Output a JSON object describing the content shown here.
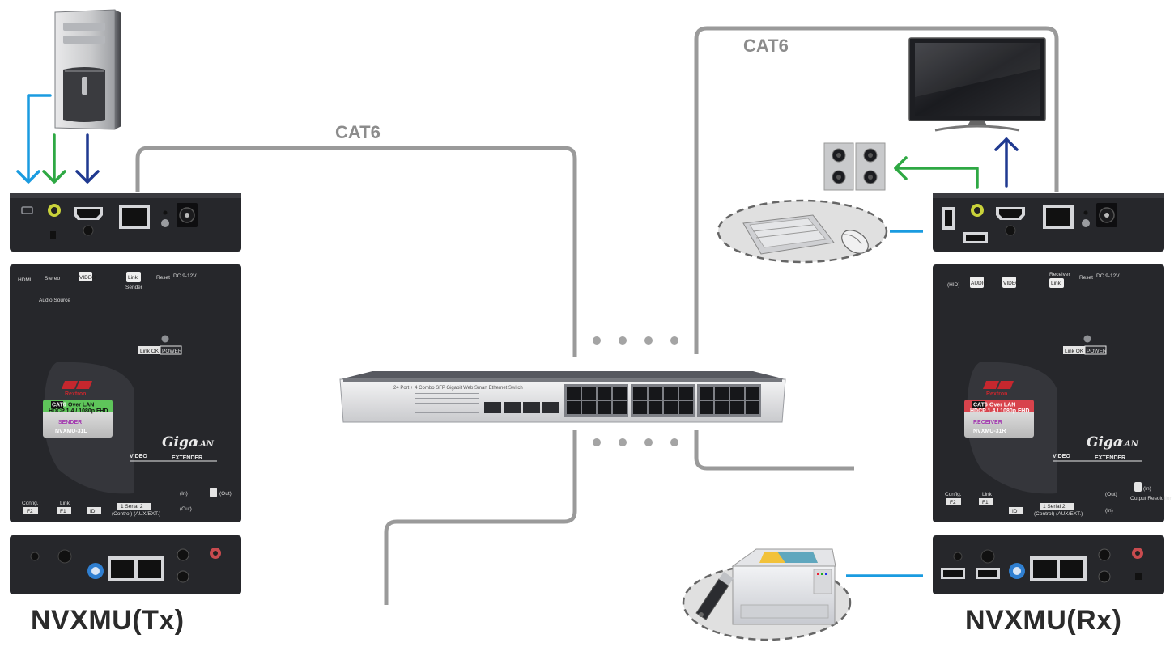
{
  "cables": {
    "cat6_left": "CAT6",
    "cat6_right": "CAT6"
  },
  "devices": {
    "tx": {
      "caption": "NVXMU(Tx)",
      "top_labels": [
        "Stereo",
        "Audio Source",
        "Link",
        "Sender",
        "Reset",
        "DC 9-12V"
      ],
      "status_label": "Link OK",
      "power_label": "POWER",
      "badge_line1": "CAT6",
      "badge_line1b": "Over LAN",
      "badge_line2": "HDCP 1.4 / 1080p FHD",
      "badge_role": "SENDER",
      "badge_model": "NVXMU-31L",
      "brand": "Rextron",
      "logo_main": "Giga",
      "logo_lan": "LAN",
      "logo_video": "VIDEO",
      "logo_extender": "EXTENDER",
      "bottom_labels": [
        "Config.",
        "F2",
        "Link",
        "F1",
        "ID",
        "1 Serial 2",
        "(Control) (AUX/EXT.)",
        "(In)",
        "(Out)",
        "(Out)"
      ]
    },
    "rx": {
      "caption": "NVXMU(Rx)",
      "top_labels": [
        "(HID)",
        "AUDIO",
        "VIDEO",
        "Receiver",
        "Link",
        "Reset",
        "DC 9-12V"
      ],
      "status_label": "Link OK",
      "power_label": "POWER",
      "badge_line1": "CAT6",
      "badge_line1b": "Over LAN",
      "badge_line2": "HDCP 1.4 / 1080p FHD",
      "badge_role": "RECEIVER",
      "badge_model": "NVXMU-31R",
      "brand": "Rextron",
      "logo_main": "Giga",
      "logo_lan": "LAN",
      "logo_video": "VIDEO",
      "logo_extender": "EXTENDER",
      "bottom_labels": [
        "Config.",
        "F2",
        "Link",
        "F1",
        "ID",
        "1 Serial 2",
        "(Control) (AUX/EXT.)",
        "(Out)",
        "(In)",
        "(In)",
        "Output Resolution"
      ]
    },
    "switch": {
      "label": "24 Port + 4 Combo SFP Gigabit Web Smart Ethernet Switch"
    }
  },
  "icons": {
    "pc": "pc-tower-icon",
    "tv": "monitor-icon",
    "speakers": "speakers-icon",
    "keyboard_mouse": "keyboard-mouse-icon",
    "printer": "printer-icon",
    "usb_drive": "usb-drive-icon"
  },
  "colors": {
    "cable_gray": "#9a9a9a",
    "usb_blue": "#1a9be0",
    "audio_green": "#2ea843",
    "video_navy": "#1f3990",
    "device_body": "#26272b",
    "badge_green": "#5ec55a",
    "badge_red": "#d8434c"
  }
}
